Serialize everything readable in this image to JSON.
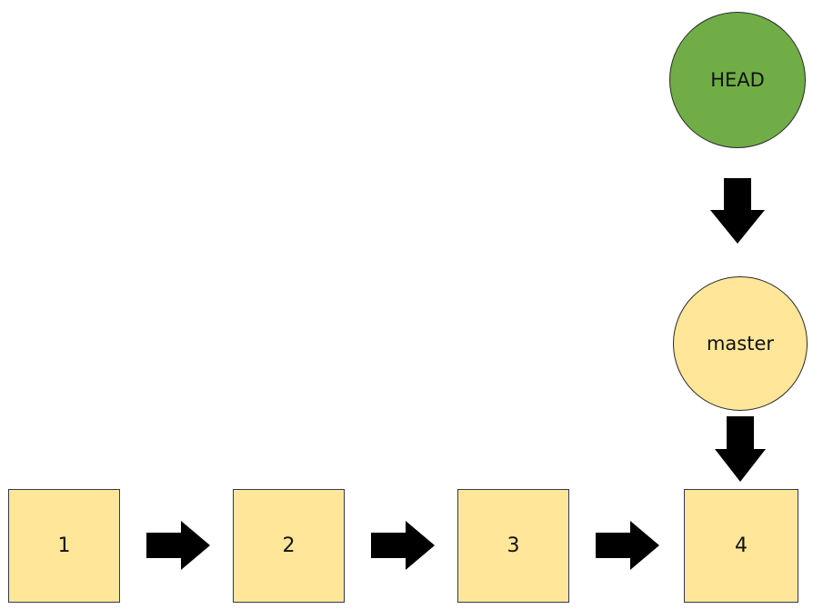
{
  "pointers": {
    "head_label": "HEAD",
    "branch_label": "master"
  },
  "commits": [
    "1",
    "2",
    "3",
    "4"
  ],
  "colors": {
    "head_fill": "#70ad47",
    "branch_fill": "#ffe699",
    "commit_fill": "#ffe699",
    "arrow": "#000000"
  }
}
